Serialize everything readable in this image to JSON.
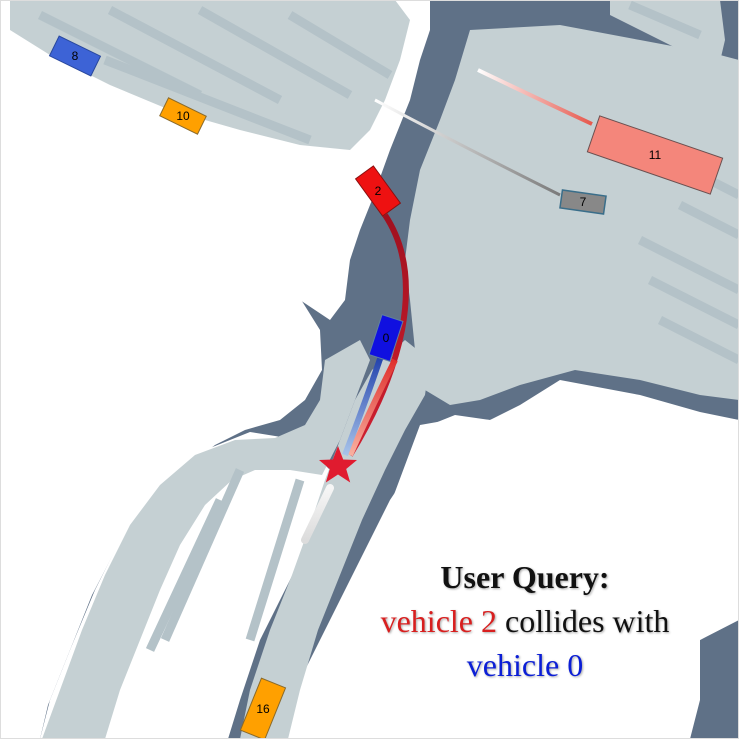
{
  "scene": {
    "colors": {
      "road": "#5f7187",
      "lane": "#c5d0d3",
      "lane_stripe": "#bac7cc",
      "lane_edge": "#a8bec6",
      "offroad": "#ffffff"
    }
  },
  "vehicles": [
    {
      "id": "8",
      "label": "8",
      "color": "#3d63d6"
    },
    {
      "id": "10",
      "label": "10",
      "color": "#ffa000"
    },
    {
      "id": "2",
      "label": "2",
      "color": "#ee1111"
    },
    {
      "id": "11",
      "label": "11",
      "color": "#f4867b"
    },
    {
      "id": "7",
      "label": "7",
      "color": "#888888"
    },
    {
      "id": "0",
      "label": "0",
      "color": "#1010e0"
    },
    {
      "id": "16",
      "label": "16",
      "color": "#ffa000"
    }
  ],
  "markers": {
    "collision_point": {
      "icon": "star-icon",
      "color": "#e01b2f"
    }
  },
  "query": {
    "title": "User Query:",
    "subject": "vehicle 2",
    "relation": "collides with",
    "object": "vehicle 0",
    "subject_color": "#d81f1f",
    "object_color": "#0b1ed6"
  }
}
